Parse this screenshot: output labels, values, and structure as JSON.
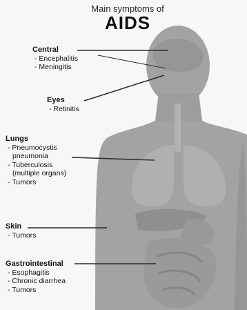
{
  "title": {
    "line1": "Main symptoms of",
    "line2": "AIDS"
  },
  "groups": {
    "central": {
      "heading": "Central",
      "items": [
        "- Encephalitis",
        "- Meningitis"
      ]
    },
    "eyes": {
      "heading": "Eyes",
      "items": [
        "- Retinitis"
      ]
    },
    "lungs": {
      "heading": "Lungs",
      "items": [
        "- Pneumocystis",
        "pneumonia",
        "- Tuberculosis",
        "(multiple organs)",
        "- Tumors"
      ]
    },
    "skin": {
      "heading": "Skin",
      "items": [
        "- Tumors"
      ]
    },
    "gastro": {
      "heading": "Gastrointestinal",
      "items": [
        "- Esophagitis",
        "- Chronic diarrhea",
        "- Tumors"
      ]
    }
  },
  "colors": {
    "body": "#a3a3a3",
    "body_dark": "#8a8a8a",
    "leader": "#2a2a2a",
    "background": "#f7f7f7"
  }
}
